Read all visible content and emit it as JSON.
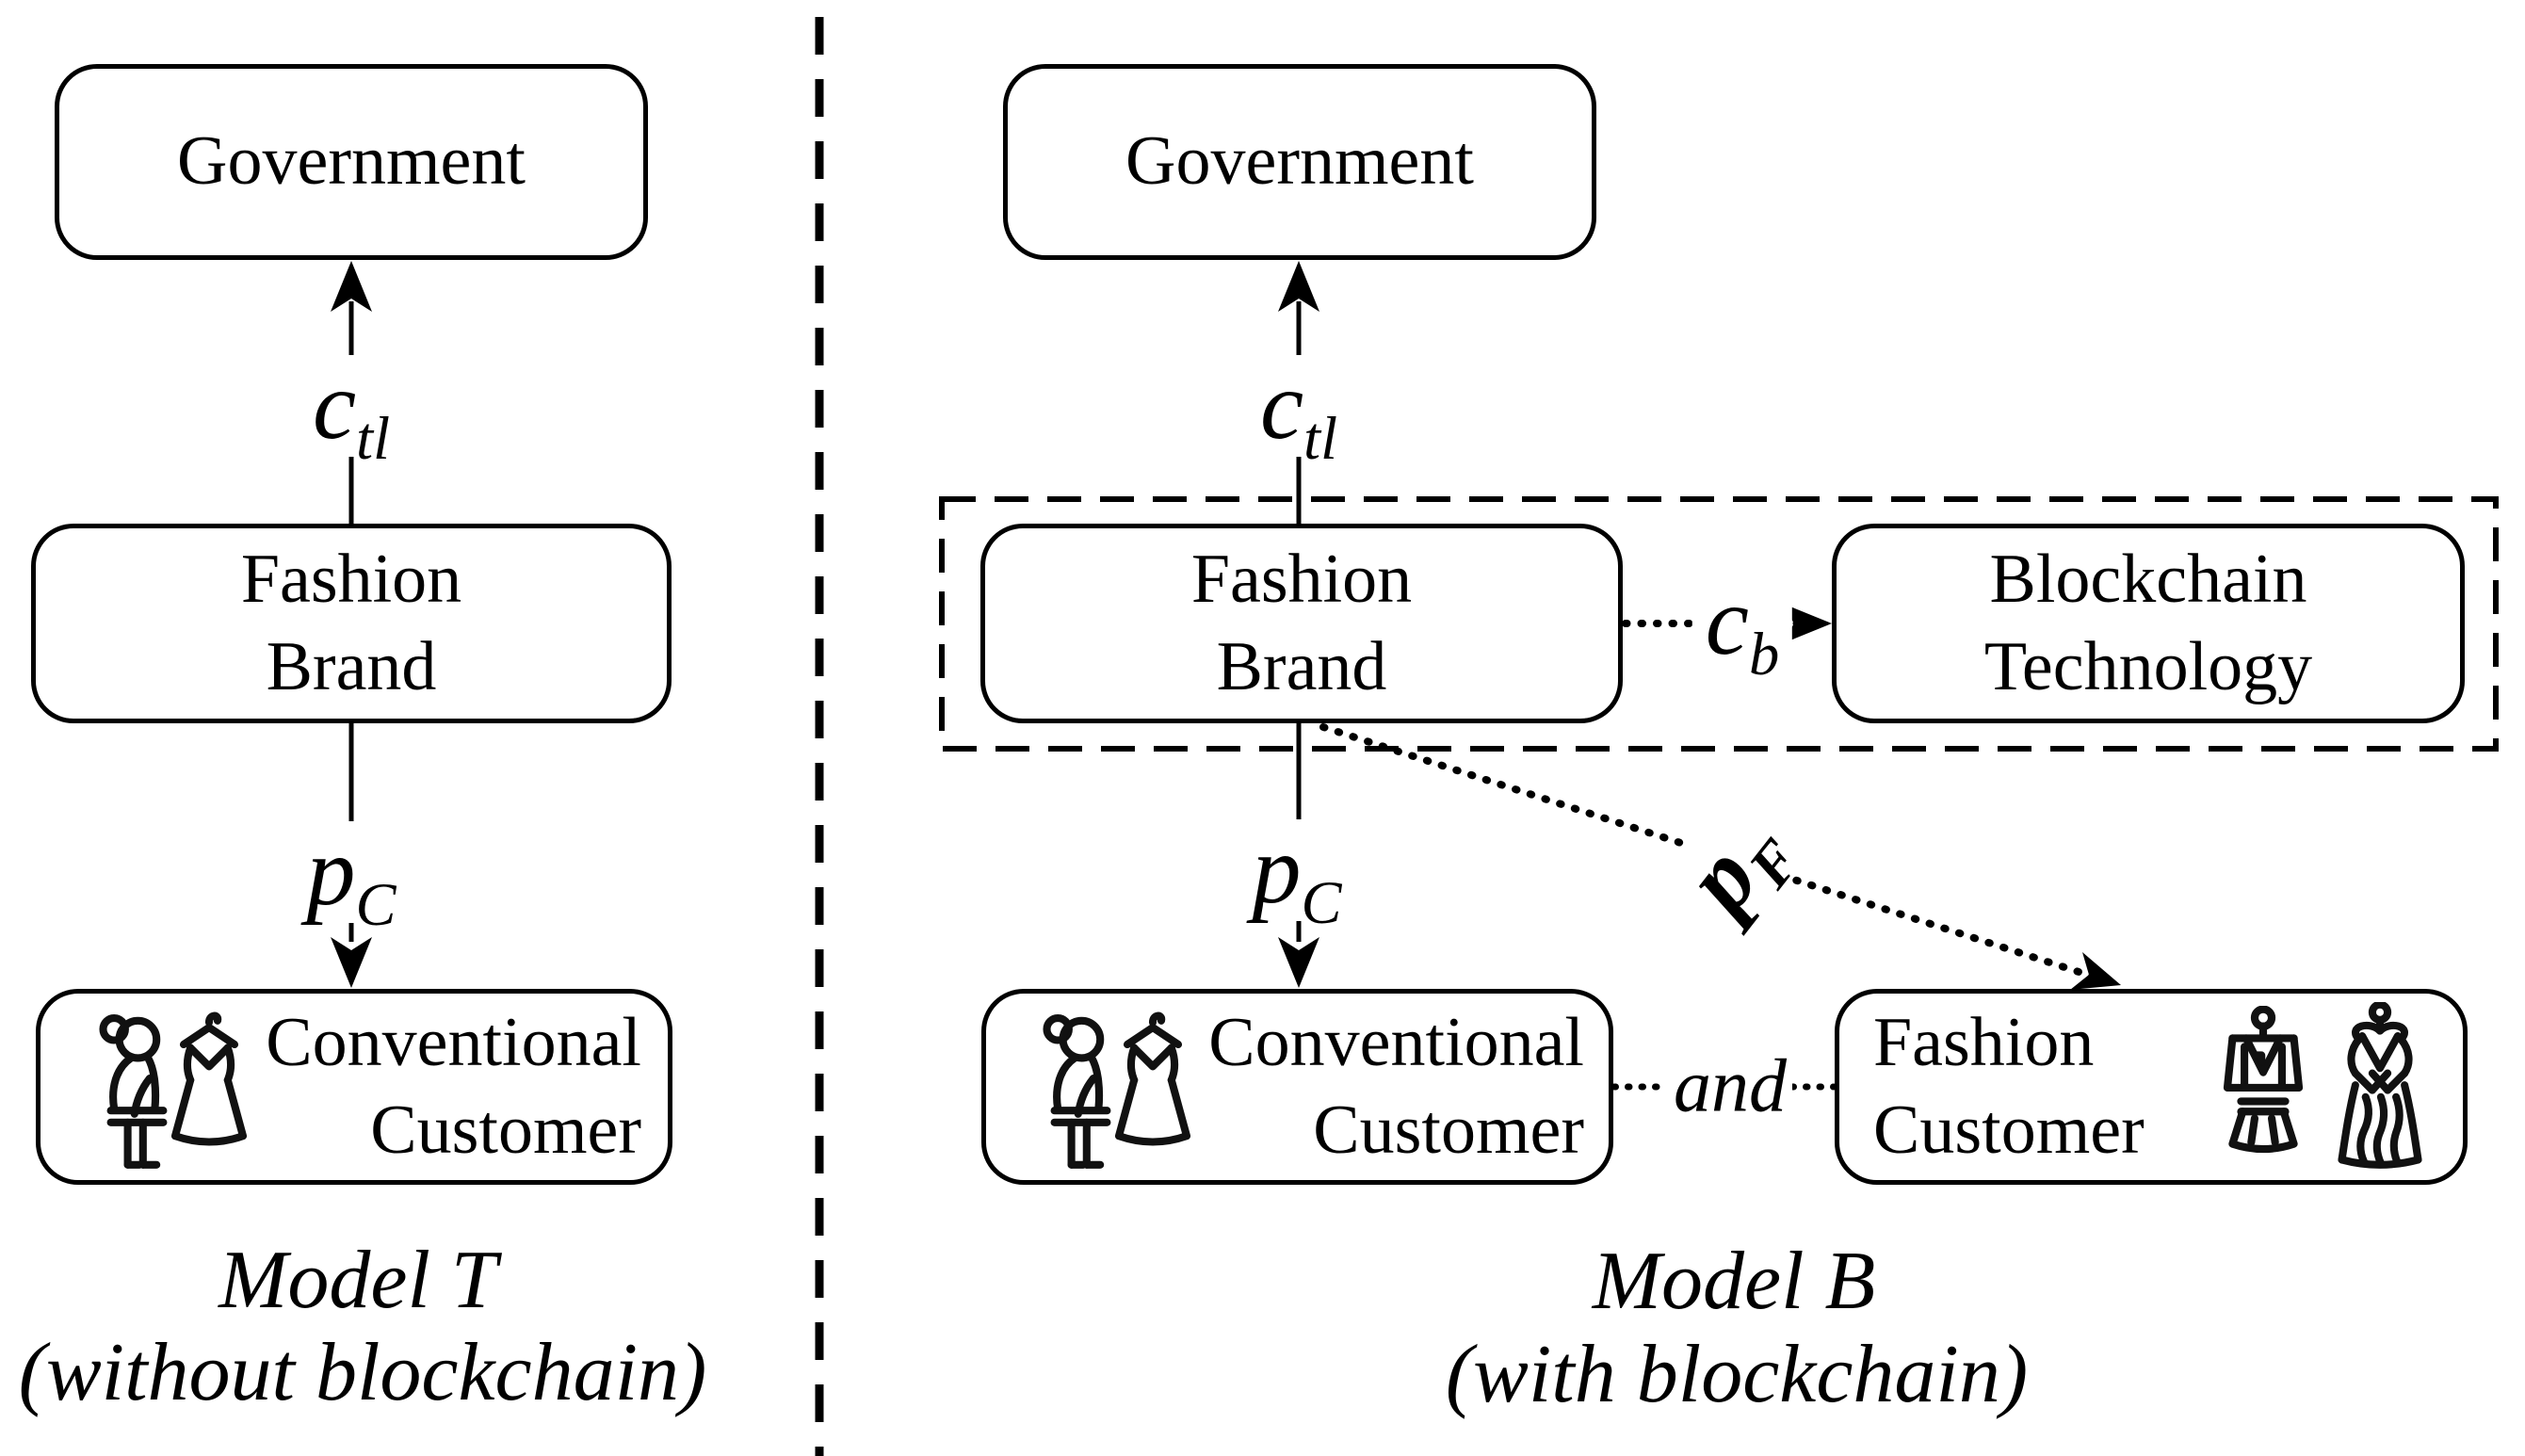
{
  "colors": {
    "ink": "#000000",
    "background": "#ffffff"
  },
  "left_model": {
    "government": "Government",
    "fashion_brand": {
      "line1": "Fashion",
      "line2": "Brand"
    },
    "customer": {
      "line1": "Conventional",
      "line2": "Customer"
    },
    "tax_label": {
      "base": "c",
      "sub": "tl"
    },
    "price_label": {
      "base": "p",
      "sub": "C"
    },
    "caption": {
      "line1": "Model T",
      "line2": "(without blockchain)"
    }
  },
  "right_model": {
    "government": "Government",
    "fashion_brand": {
      "line1": "Fashion",
      "line2": "Brand"
    },
    "blockchain": {
      "line1": "Blockchain",
      "line2": "Technology"
    },
    "conventional_customer": {
      "line1": "Conventional",
      "line2": "Customer"
    },
    "fashion_customer": {
      "line1": "Fashion",
      "line2": "Customer"
    },
    "tax_label": {
      "base": "c",
      "sub": "tl"
    },
    "price_c_label": {
      "base": "p",
      "sub": "C"
    },
    "blockchain_cost_label": {
      "base": "c",
      "sub": "b"
    },
    "price_f_label": {
      "base": "p",
      "sub": "F"
    },
    "and_label": "and",
    "caption": {
      "line1": "Model B",
      "line2": "(with blockchain)"
    }
  }
}
